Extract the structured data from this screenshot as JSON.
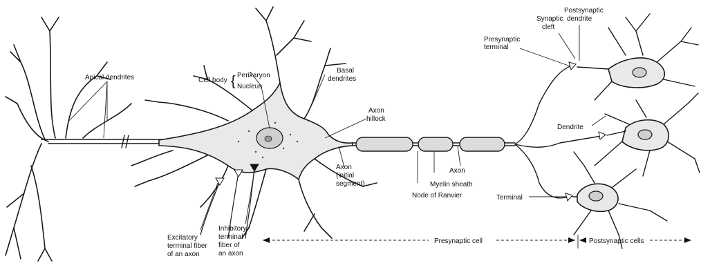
{
  "labels": {
    "apical_dendrites": "Apical dendrites",
    "cell_body": "Cell body",
    "perikaryon": "Perikaryon",
    "nucleus": "Nucleus",
    "basal_dendrites_1": "Basal",
    "basal_dendrites_2": "dendrites",
    "axon_hillock_1": "Axon",
    "axon_hillock_2": "hillock",
    "axon_initial_1": "Axon",
    "axon_initial_2": "(initial",
    "axon_initial_3": "segment)",
    "node_of_ranvier": "Node of Ranvier",
    "myelin_sheath": "Myelin sheath",
    "axon": "Axon",
    "presynaptic_terminal_1": "Presynaptic",
    "presynaptic_terminal_2": "terminal",
    "synaptic_cleft_1": "Synaptic",
    "synaptic_cleft_2": "cleft",
    "postsynaptic_dendrite_1": "Postsynaptic",
    "postsynaptic_dendrite_2": "dendrite",
    "dendrite": "Dendrite",
    "terminal": "Terminal",
    "excitatory_1": "Excitatory",
    "excitatory_2": "terminal fiber",
    "excitatory_3": "of an axon",
    "inhibitory_1": "Inhibitory",
    "inhibitory_2": "terminal",
    "inhibitory_3": "fiber of",
    "inhibitory_4": "an axon",
    "presynaptic_cell": "Presynaptic cell",
    "postsynaptic_cells": "Postsynaptic cells"
  }
}
